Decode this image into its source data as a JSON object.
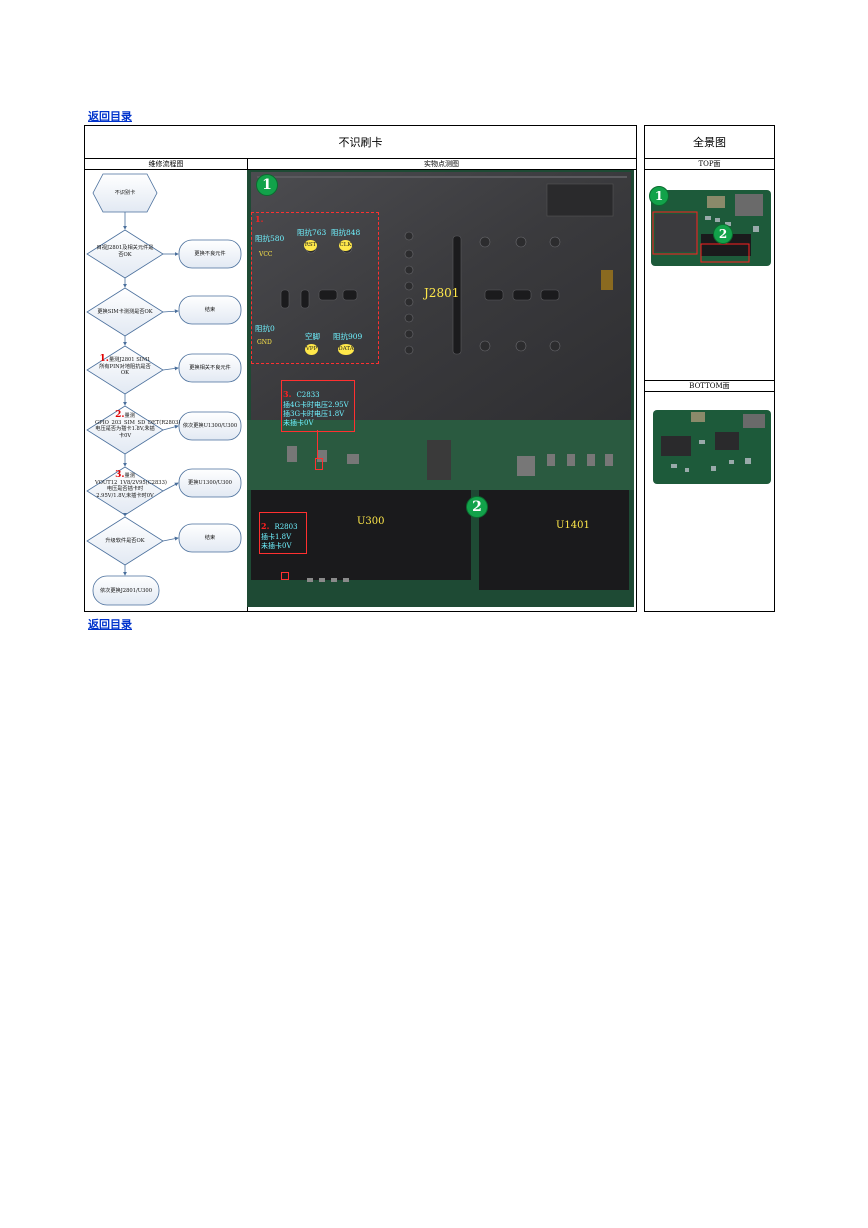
{
  "links": {
    "back_top": "返回目录",
    "back_bottom": "返回目录"
  },
  "table": {
    "main_title": "不识刷卡",
    "overview_title": "全景图",
    "col_flow": "维修流程图",
    "col_photo": "实物点测图",
    "top_label": "TOP面",
    "bottom_label": "BOTTOM面"
  },
  "flowchart": {
    "start": "不识别卡",
    "d1": "目视J2801及相关元件是否OK",
    "d1_action": "更换不良元件",
    "d2": "更换SIM卡测测是否OK",
    "d2_action": "结束",
    "d3_num": "1.",
    "d3": "量测J2801 SIM1所有PIN对地阻抗是否OK",
    "d3_action": "更换相关不良元件",
    "d4_num": "2.",
    "d4": "量测GPIO_203_SIM_SD_DET(R2803)电压是否为插卡1.8V,未插卡0V",
    "d4_action": "依次更换U1300/U300",
    "d5_num": "3.",
    "d5": "量测VOUT12_1V8/2V95(C2833)电压是否插卡时2.95V/1.8V,未插卡时0V",
    "d5_action": "更换U1300/U300",
    "d6": "升级软件是否OK",
    "d6_action": "结束",
    "end": "依次更换J2801/U300"
  },
  "photo": {
    "circle1": "1",
    "circle2": "2",
    "box1_num": "1.",
    "vcc_label": "阻抗580",
    "vcc_pin": "VCC",
    "rst_label": "阻抗763",
    "rst_pin": "RST",
    "clk_label": "阻抗848",
    "clk_pin": "CLK",
    "gnd_label": "阻抗0",
    "gnd_pin": "GND",
    "vpp_label": "空脚",
    "vpp_pin": "VPP",
    "data_label": "阻抗909",
    "data_pin": "DATA",
    "j2801": "J2801",
    "c2833_num": "3.",
    "c2833_lines": [
      "C2833",
      "插4G卡时电压2.95V",
      "插3G卡时电压1.8V",
      "未插卡0V"
    ],
    "r2803_num": "2.",
    "r2803_lines": [
      "R2803",
      "插卡1.8V",
      "未插卡0V"
    ],
    "u300": "U300",
    "u1401": "U1401"
  },
  "overview": {
    "circle1": "1",
    "circle2": "2"
  },
  "colors": {
    "pcb_dark": "#2b2b2d",
    "pcb_green": "#1d5a3a",
    "annotation": "#6ff2ff",
    "marker": "#12a24a"
  }
}
